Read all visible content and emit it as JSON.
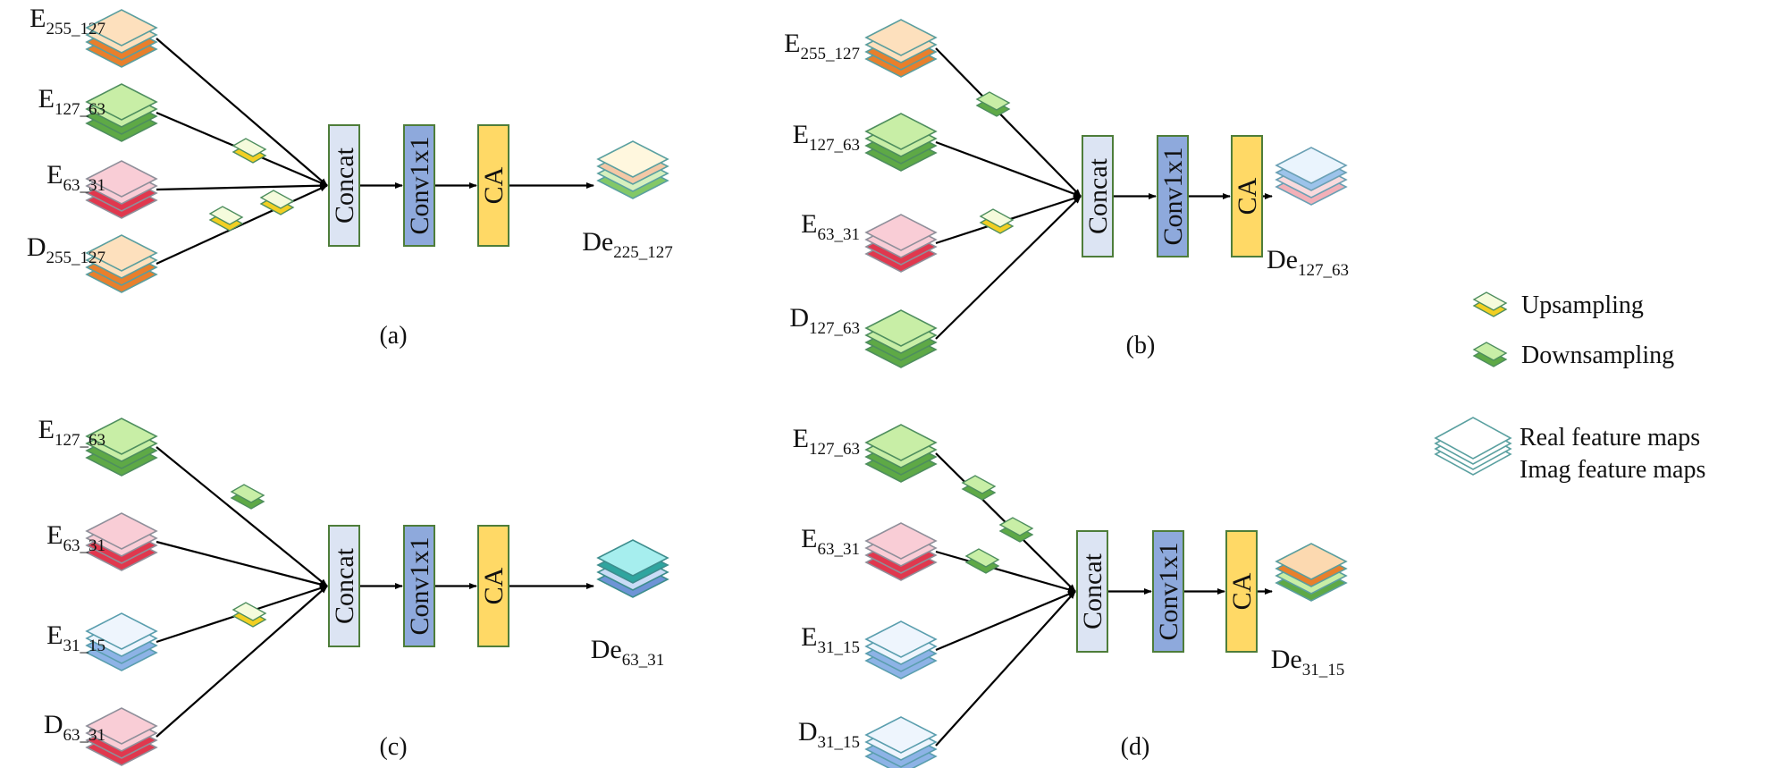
{
  "colors": {
    "orange": {
      "top": "#fde0bd",
      "bottom": "#e87f2c",
      "stroke": "#5a9e9e"
    },
    "green": {
      "top": "#c8eea6",
      "bottom": "#5ea946",
      "stroke": "#4e8e5e"
    },
    "red": {
      "top": "#f9cdd6",
      "bottom": "#e0384e",
      "stroke": "#8f8f9a"
    },
    "blue": {
      "top": "#eef5fd",
      "bottom": "#8db3e6",
      "stroke": "#5a9eae"
    },
    "out_cream": {
      "layers": [
        "#fff7de",
        "#f4c8a6",
        "#d6f0bf",
        "#83c867"
      ],
      "stroke": "#5aa0a0"
    },
    "out_pink": {
      "layers": [
        "#eaf4fd",
        "#9cc3ea",
        "#f9dadd",
        "#f3b0b8"
      ],
      "stroke": "#6aa0b4"
    },
    "out_teal": {
      "layers": [
        "#a6eeee",
        "#2fa59f",
        "#c9dcf6",
        "#6e94d6"
      ],
      "stroke": "#3d8d8d"
    },
    "out_orange": {
      "layers": [
        "#fcd9b0",
        "#e87f2c",
        "#c8eea6",
        "#5ea946"
      ],
      "stroke": "#5a9e9e"
    },
    "upsample": {
      "top": "#f5fbdc",
      "bottom": "#f2cf22",
      "stroke": "#4e8e5e"
    },
    "downsample": {
      "top": "#c8eea6",
      "bottom": "#5ea946",
      "stroke": "#4e8e5e"
    },
    "concat": "#dce4f3",
    "conv": "#8ea9dc",
    "ca": "#ffd966",
    "block_stroke": "#4e7d3a"
  },
  "panels": [
    {
      "id": "a",
      "caption": "(a)",
      "inputs": [
        {
          "base": "E",
          "sub": "255_127",
          "color": "orange"
        },
        {
          "base": "E",
          "sub": "127_63",
          "color": "green"
        },
        {
          "base": "E",
          "sub": "63_31",
          "color": "red"
        },
        {
          "base": "D",
          "sub": "255_127",
          "color": "orange"
        }
      ],
      "blocks": [
        "Concat",
        "Conv1x1",
        "CA"
      ],
      "output": {
        "base": "De",
        "sub": "225_127",
        "color": "out_cream"
      }
    },
    {
      "id": "b",
      "caption": "(b)",
      "inputs": [
        {
          "base": "E",
          "sub": "255_127",
          "color": "orange"
        },
        {
          "base": "E",
          "sub": "127_63",
          "color": "green"
        },
        {
          "base": "E",
          "sub": "63_31",
          "color": "red"
        },
        {
          "base": "D",
          "sub": "127_63",
          "color": "green"
        }
      ],
      "blocks": [
        "Concat",
        "Conv1x1",
        "CA"
      ],
      "output": {
        "base": "De",
        "sub": "127_63",
        "color": "out_pink"
      }
    },
    {
      "id": "c",
      "caption": "(c)",
      "inputs": [
        {
          "base": "E",
          "sub": "127_63",
          "color": "green"
        },
        {
          "base": "E",
          "sub": "63_31",
          "color": "red"
        },
        {
          "base": "E",
          "sub": "31_15",
          "color": "blue"
        },
        {
          "base": "D",
          "sub": "63_31",
          "color": "red"
        }
      ],
      "blocks": [
        "Concat",
        "Conv1x1",
        "CA"
      ],
      "output": {
        "base": "De",
        "sub": "63_31",
        "color": "out_teal"
      }
    },
    {
      "id": "d",
      "caption": "(d)",
      "inputs": [
        {
          "base": "E",
          "sub": "127_63",
          "color": "green"
        },
        {
          "base": "E",
          "sub": "63_31",
          "color": "red"
        },
        {
          "base": "E",
          "sub": "31_15",
          "color": "blue"
        },
        {
          "base": "D",
          "sub": "31_15",
          "color": "blue"
        }
      ],
      "blocks": [
        "Concat",
        "Conv1x1",
        "CA"
      ],
      "output": {
        "base": "De",
        "sub": "31_15",
        "color": "out_orange"
      }
    }
  ],
  "legend": {
    "upsampling": "Upsampling",
    "downsampling": "Downsampling",
    "real": "Real feature maps",
    "imag": "Imag feature maps"
  }
}
